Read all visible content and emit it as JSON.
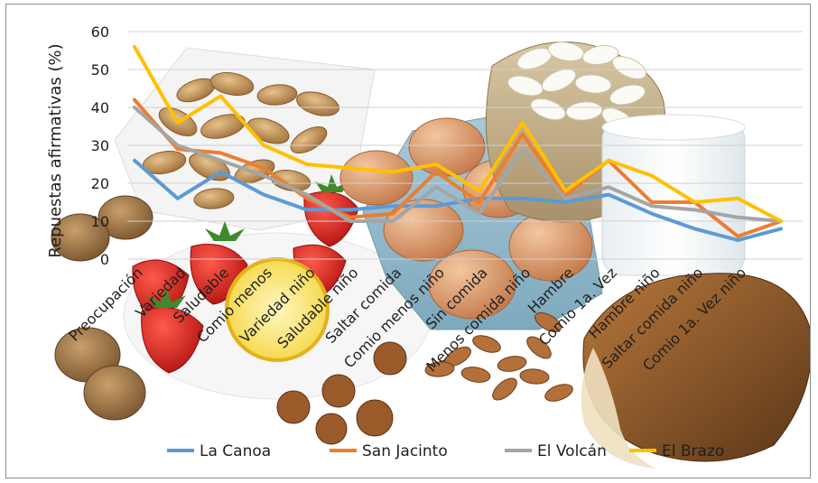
{
  "chart_data": {
    "type": "line",
    "title": "",
    "xlabel": "",
    "ylabel": "Repuestas afirmativas (%)",
    "ylim": [
      0,
      60
    ],
    "yticks": [
      0,
      10,
      20,
      30,
      40,
      50,
      60
    ],
    "grid": true,
    "legend_position": "bottom",
    "background": "photo of food: peanuts, walnuts, strawberries, lemon, eggs, white beans, milk, bread, hazelnuts, almonds",
    "categories": [
      "Preocupación",
      "Variedad",
      "Saludable",
      "Comio menos",
      "Variedad niño",
      "Saludable niño",
      "Saltar comida",
      "Comio menos niño",
      "Sin comida",
      "Menos comida niño",
      "Hambre",
      "Comio 1a. Vez",
      "Hambre niño",
      "Saltar comida niño",
      "Comio 1a. Vez niño"
    ],
    "series": [
      {
        "name": "La Canoa",
        "color": "#5b9bd5",
        "values": [
          26,
          16,
          23,
          17,
          13,
          13,
          14,
          14,
          16,
          16,
          15,
          17,
          12,
          8,
          5,
          8
        ]
      },
      {
        "name": "San Jacinto",
        "color": "#ed7d31",
        "values": [
          42,
          29,
          28,
          24,
          16,
          11,
          12,
          23,
          15,
          33,
          17,
          26,
          15,
          15,
          6,
          10
        ]
      },
      {
        "name": "El Volcán",
        "color": "#a5a5a5",
        "values": [
          40,
          30,
          26,
          22,
          17,
          10,
          10,
          19,
          12,
          29,
          16,
          19,
          14,
          13,
          11,
          10
        ]
      },
      {
        "name": "El Brazo",
        "color": "#ffc000",
        "values": [
          56,
          36,
          43,
          30,
          25,
          24,
          23,
          25,
          18,
          36,
          18,
          26,
          22,
          15,
          16,
          10
        ]
      }
    ]
  }
}
